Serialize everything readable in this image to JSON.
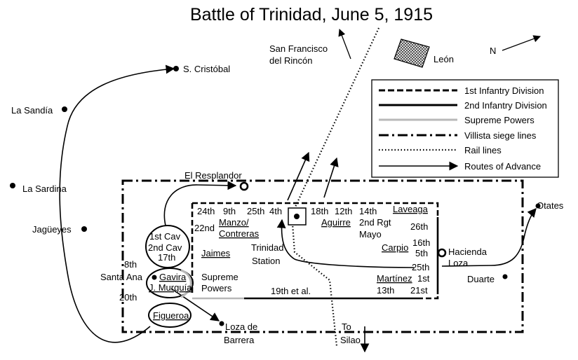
{
  "title": "Battle of Trinidad, June 5, 1915",
  "north": {
    "label": "N",
    "icon": "north-arrow-icon"
  },
  "places": {
    "s_cristobal": "S. Cristóbal",
    "la_sandia": "La Sandía",
    "la_sardina": "La Sardina",
    "jagueyes": "Jagüeyes",
    "san_francisco_1": "San Francisco",
    "san_francisco_2": "del Rincón",
    "leon": "León",
    "el_resplandor": "El Resplandor",
    "otates": "Otates",
    "hacienda_loza_1": "Hacienda",
    "hacienda_loza_2": "Loza",
    "duarte": "Duarte",
    "santa_ana": "Santa Ana",
    "loza_barrera_1": "Loza de",
    "loza_barrera_2": "Barrera",
    "to_silao_1": "To",
    "to_silao_2": "Silao",
    "trinidad_station_1": "Trinidad",
    "trinidad_station_2": "Station"
  },
  "units": {
    "u24th": "24th",
    "u9th": "9th",
    "u25th_top": "25th",
    "u4th": "4th",
    "u18th": "18th",
    "u12th": "12th",
    "u14th": "14th",
    "u2nd_rgt": "2nd Rgt",
    "mayo": "Mayo",
    "laveaga": "Laveaga",
    "u22nd": "22nd",
    "manzo": "Manzo/",
    "contreras": "Contreras",
    "aguirre": "Aguirre",
    "jaimes": "Jaimes",
    "u26th": "26th",
    "u16th": "16th",
    "u5th": "5th",
    "carpio": "Carpio",
    "u25th_right": "25th",
    "u1st": "1st",
    "martinez": "Martínez",
    "u13th": "13th",
    "u21st": "21st",
    "u19th": "19th et al.",
    "supreme_1": "Supreme",
    "supreme_2": "Powers",
    "cav1": "1st Cav",
    "cav2": "2nd Cav",
    "cav3": "17th",
    "u8th": "8th",
    "u20th": "20th",
    "gavira": "Gavira",
    "murguia": "J. Murguía",
    "figueroa": "Figueroa"
  },
  "legend": {
    "items": [
      {
        "label": "1st Infantry Division",
        "style": "dashed"
      },
      {
        "label": "2nd Infantry Division",
        "style": "solid"
      },
      {
        "label": "Supreme Powers",
        "style": "gray"
      },
      {
        "label": "Villista siege lines",
        "style": "dashdot"
      },
      {
        "label": "Rail lines",
        "style": "dotted"
      },
      {
        "label": "Routes of Advance",
        "style": "arrow"
      }
    ]
  },
  "colors": {
    "ink": "#000000",
    "supreme": "#b8b8b8",
    "background": "#ffffff"
  }
}
